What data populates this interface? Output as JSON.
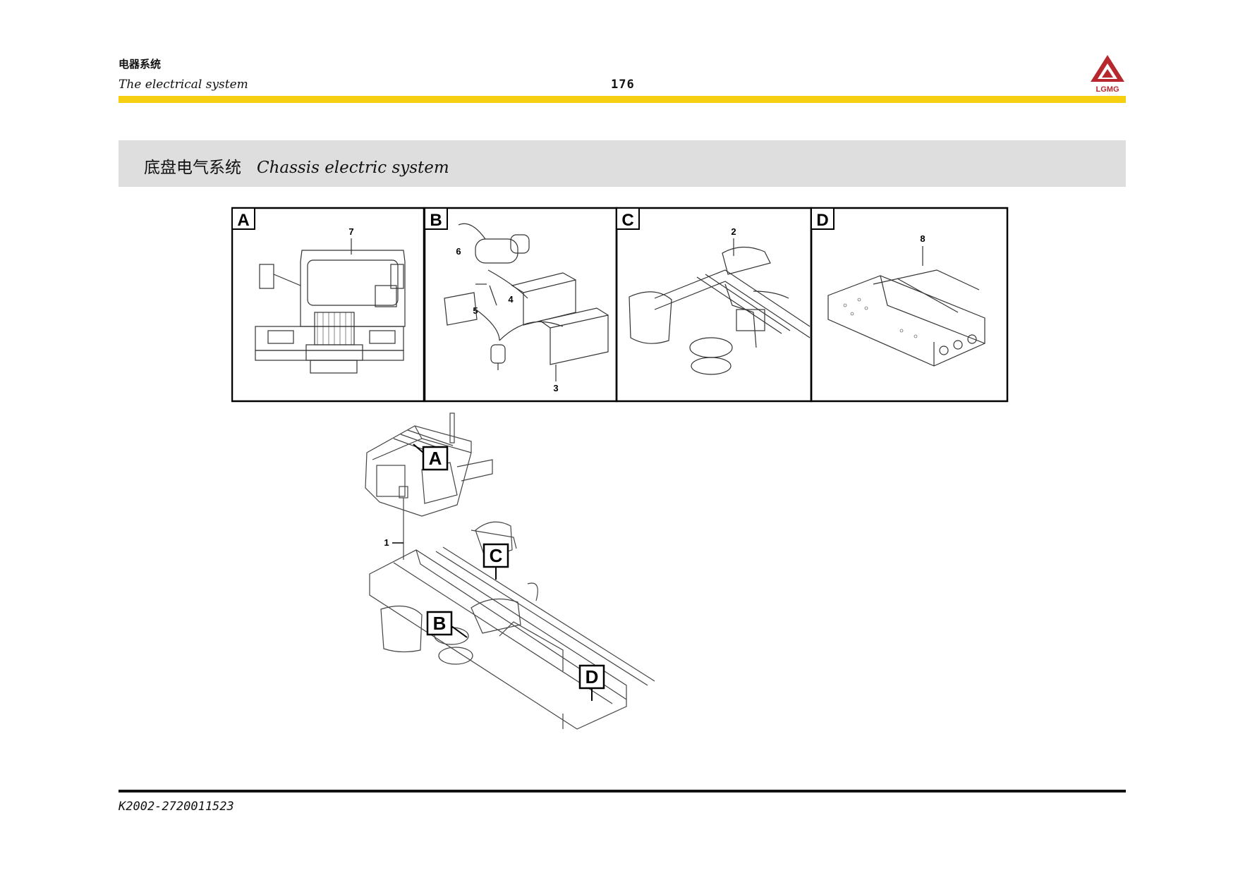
{
  "header": {
    "chapter_cn": "电器系统",
    "chapter_en": "The electrical system",
    "page_number": "176",
    "logo_text": "LGMG"
  },
  "section": {
    "title_cn": "底盘电气系统",
    "title_en": "Chassis electric system"
  },
  "panels": [
    {
      "letter": "A",
      "callouts": [
        "7"
      ]
    },
    {
      "letter": "B",
      "callouts": [
        "6",
        "5",
        "4",
        "3"
      ]
    },
    {
      "letter": "C",
      "callouts": [
        "2"
      ]
    },
    {
      "letter": "D",
      "callouts": [
        "8"
      ]
    }
  ],
  "overview": {
    "callouts": [
      "A",
      "1",
      "C",
      "B",
      "D"
    ]
  },
  "footer": {
    "doc_code": "K2002-2720011523"
  },
  "colors": {
    "accent_yellow": "#f6cf12",
    "logo_red": "#b7282e",
    "band_gray": "#dedede"
  }
}
